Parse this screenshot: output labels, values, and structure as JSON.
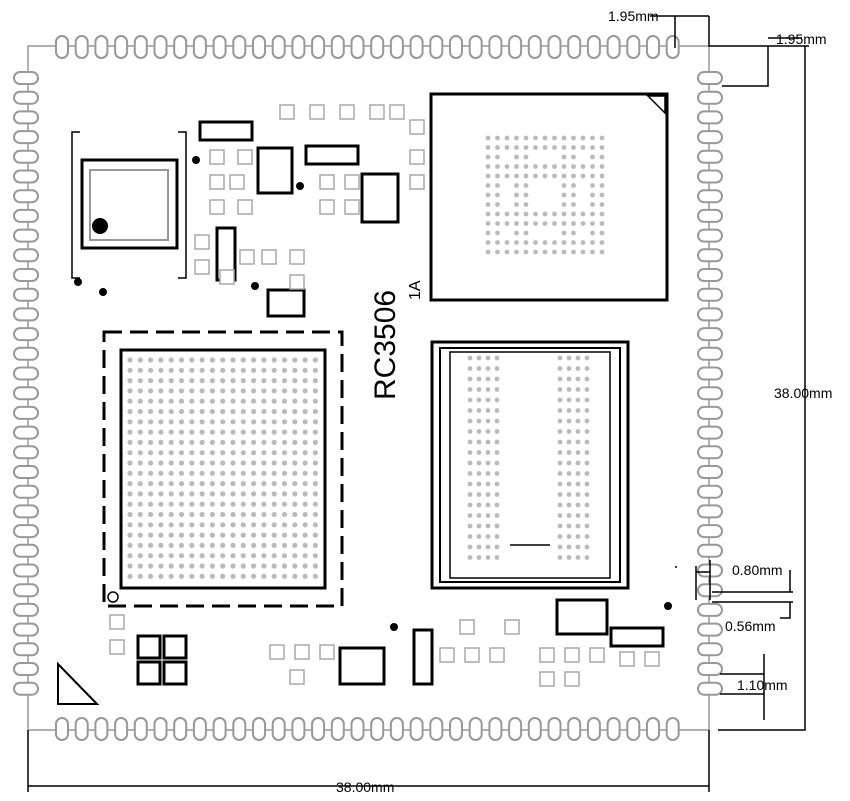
{
  "part_label": "RC3506",
  "pin1_label": "1A",
  "dimensions": {
    "top_offset": "1.95mm",
    "right_offset": "1.95mm",
    "height": "38.00mm",
    "width": "38.00mm",
    "pad_width": "0.80mm",
    "pad_gap": "0.56mm",
    "pad_pitch": "1.10mm"
  }
}
